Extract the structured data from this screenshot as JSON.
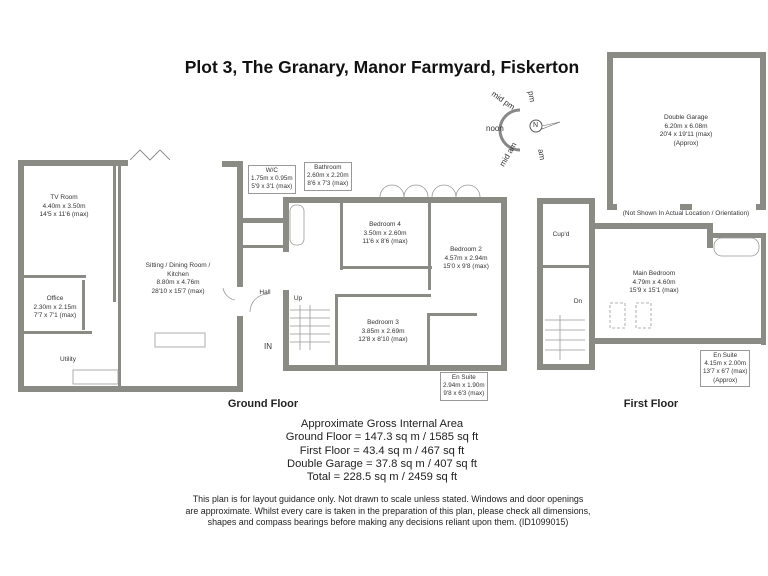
{
  "title": "Plot 3, The Granary, Manor Farmyard, Fiskerton",
  "colors": {
    "wall": "#8b8b85",
    "text": "#222222",
    "fixture_line": "#999999"
  },
  "compass": {
    "center_label": "N",
    "labels": [
      "pm",
      "mid pm",
      "noon",
      "mid am",
      "am"
    ]
  },
  "ground_floor": {
    "label": "Ground Floor",
    "rooms": [
      {
        "name": "TV Room",
        "metric": "4.40m x 3.50m",
        "imperial": "14'5 x 11'6 (max)"
      },
      {
        "name": "Office",
        "metric": "2.30m x 2.15m",
        "imperial": "7'7 x 7'1 (max)"
      },
      {
        "name": "Utility"
      },
      {
        "name": "Sitting / Dining Room /",
        "name2": "Kitchen",
        "metric": "8.80m x 4.76m",
        "imperial": "28'10 x 15'7 (max)"
      },
      {
        "name": "Hall"
      },
      {
        "name": "W/C",
        "metric": "1.75m x 0.95m",
        "imperial": "5'9 x 3'1 (max)"
      },
      {
        "name": "Bathroom",
        "metric": "2.60m x 2.20m",
        "imperial": "8'6 x 7'3 (max)"
      },
      {
        "name": "Bedroom 4",
        "metric": "3.50m x 2.60m",
        "imperial": "11'6 x 8'6 (max)"
      },
      {
        "name": "Bedroom 2",
        "metric": "4.57m x 2.94m",
        "imperial": "15'0 x 9'8 (max)"
      },
      {
        "name": "Bedroom 3",
        "metric": "3.85m x 2.69m",
        "imperial": "12'8 x 8'10 (max)"
      },
      {
        "name": "En Suite",
        "metric": "2.94m x 1.90m",
        "imperial": "9'8 x 6'3 (max)"
      }
    ],
    "entrance": "IN",
    "stairs": "Up"
  },
  "first_floor": {
    "label": "First Floor",
    "rooms": [
      {
        "name": "Cup'd"
      },
      {
        "name": "Main Bedroom",
        "metric": "4.79m x 4.60m",
        "imperial": "15'9 x 15'1 (max)"
      },
      {
        "name": "En Suite",
        "metric": "4.15m x 2.00m",
        "imperial": "13'7 x 6'7 (max)",
        "note": "(Approx)"
      }
    ],
    "stairs": "Dn"
  },
  "garage": {
    "name": "Double Garage",
    "metric": "6.20m x 6.08m",
    "imperial": "20'4 x 19'11 (max)",
    "note": "(Approx)",
    "caption": "(Not Shown In Actual Location / Orientation)"
  },
  "areas": {
    "heading": "Approximate Gross Internal Area",
    "ground": "Ground Floor = 147.3 sq m / 1585 sq ft",
    "first": "First Floor = 43.4 sq m / 467 sq ft",
    "garage": "Double Garage = 37.8 sq m / 407 sq ft",
    "total": "Total = 228.5 sq m / 2459 sq ft"
  },
  "disclaimer": [
    "This plan is for layout guidance only. Not drawn to scale unless stated. Windows and door openings",
    "are approximate. Whilst every care is taken in the preparation of this plan, please check all dimensions,",
    "shapes and compass bearings before making any decisions reliant upon them. (ID1099015)"
  ]
}
